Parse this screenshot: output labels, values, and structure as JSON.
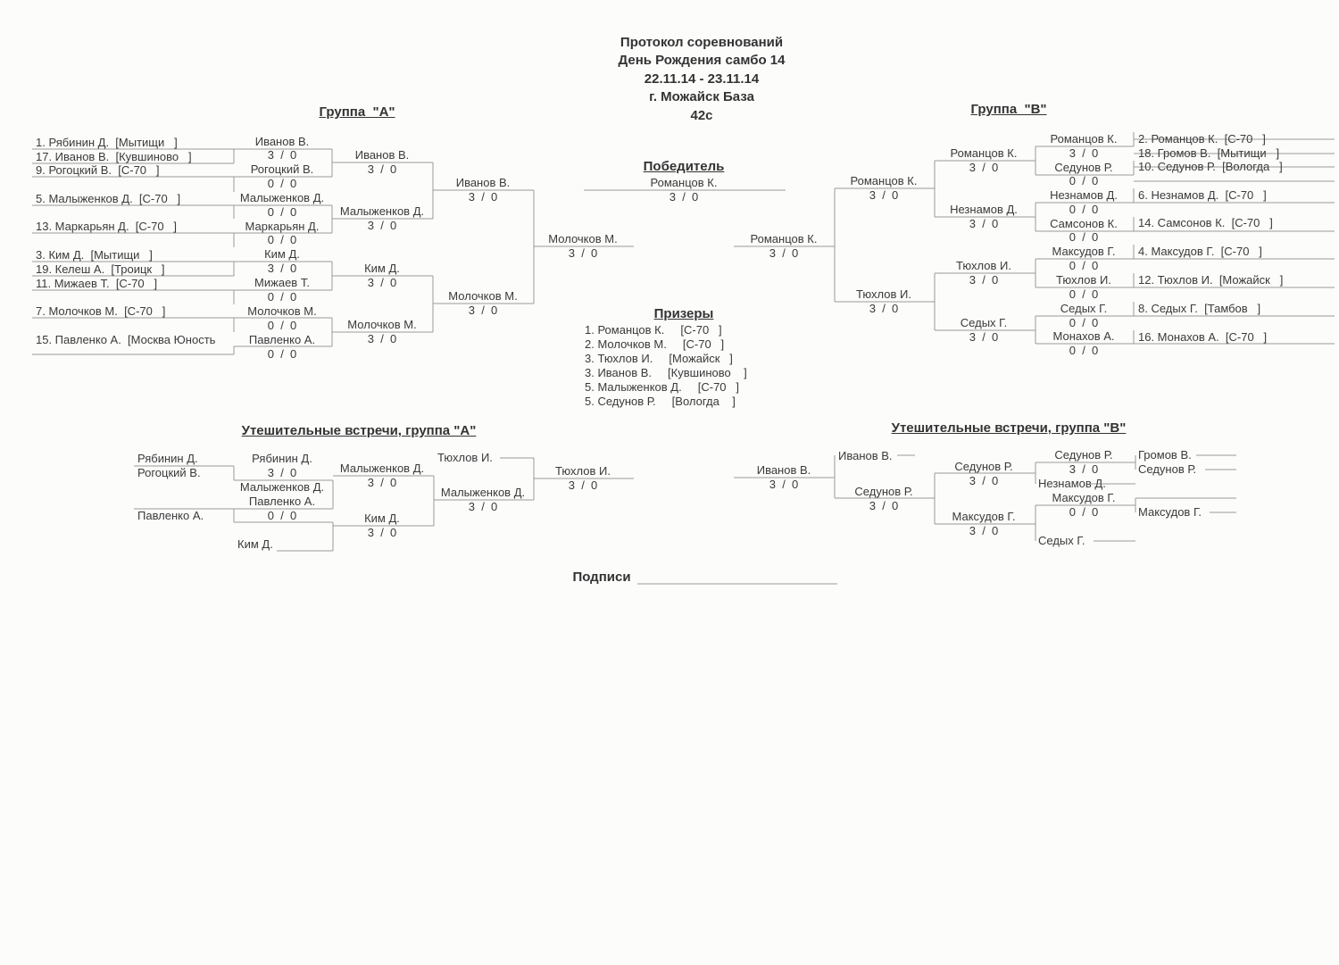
{
  "header": {
    "title": "Протокол соревнований",
    "event": "День Рождения самбо 14",
    "dates": "22.11.14 - 23.11.14",
    "place": "г. Можайск База",
    "weight": "42с"
  },
  "group_a": {
    "title": "Группа  \"А\"",
    "entrants": [
      "1. Рябинин Д.  [Мытищи   ]",
      "17. Иванов В.  [Кувшиново   ]",
      "9. Рогоцкий В.  [С-70   ]",
      "5. Малыженков Д.  [С-70   ]",
      "13. Маркарьян Д.  [С-70   ]",
      "3. Ким Д.  [Мытищи   ]",
      "19. Келеш А.  [Троицк   ]",
      "11. Мижаев Т.  [С-70   ]",
      "7. Молочков М.  [С-70   ]",
      "15. Павленко А.  [Москва Юность"
    ],
    "round1": [
      "Иванов В.",
      "3  /  0",
      "Рогоцкий В.",
      "0  /  0",
      "Малыженков Д.",
      "0  /  0",
      "Маркарьян Д.",
      "0  /  0",
      "Ким Д.",
      "3  /  0",
      "Мижаев Т.",
      "0  /  0",
      "Молочков М.",
      "0  /  0",
      "Павленко А.",
      "0  /  0"
    ],
    "round2": [
      "Иванов В.",
      "3  /  0",
      "Малыженков Д.",
      "3  /  0",
      "Ким Д.",
      "3  /  0",
      "Молочков М.",
      "3  /  0"
    ],
    "round3": [
      "Иванов В.",
      "3  /  0",
      "Молочков М.",
      "3  /  0"
    ],
    "final": [
      "Молочков М.",
      "3  /  0"
    ]
  },
  "group_b": {
    "title": "Группа  \"В\"",
    "entrants": [
      "2. Романцов К.  [С-70   ]",
      "18. Громов В.  [Мытищи   ]",
      "10. Седунов Р.  [Вологда   ]",
      "6. Незнамов Д.  [С-70   ]",
      "14. Самсонов К.  [С-70   ]",
      "4. Максудов Г.  [С-70   ]",
      "12. Тюхлов И.  [Можайск   ]",
      "8. Седых Г.  [Тамбов   ]",
      "16. Монахов А.  [С-70   ]"
    ],
    "round1": [
      "Романцов К.",
      "3  /  0",
      "Седунов Р.",
      "0  /  0",
      "Незнамов Д.",
      "0  /  0",
      "Самсонов К.",
      "0  /  0",
      "Максудов Г.",
      "0  /  0",
      "Тюхлов И.",
      "0  /  0",
      "Седых Г.",
      "0  /  0",
      "Монахов А.",
      "0  /  0"
    ],
    "round2": [
      "Романцов К.",
      "3  /  0",
      "Незнамов Д.",
      "3  /  0",
      "Тюхлов И.",
      "3  /  0",
      "Седых Г.",
      "3  /  0"
    ],
    "round3": [
      "Романцов К.",
      "3  /  0",
      "Тюхлов И.",
      "3  /  0"
    ],
    "final": [
      "Романцов К.",
      "3  /  0"
    ]
  },
  "winner": {
    "title": "Победитель",
    "name": "Романцов К.",
    "score": "3  /  0"
  },
  "prizers": {
    "title": "Призеры",
    "list": [
      "1. Романцов К.     [С-70   ]",
      "2. Молочков М.     [С-70   ]",
      "3. Тюхлов И.     [Можайск   ]",
      "3. Иванов В.     [Кувшиново    ]",
      "5. Малыженков Д.     [С-70   ]",
      "5. Седунов Р.     [Вологда    ]"
    ]
  },
  "cons_a": {
    "title": "Утешительные встречи, группа \"А\"",
    "items": [
      "Рябинин Д.",
      "Рогоцкий В.",
      "Рябинин Д.",
      "3  /  0",
      "Малыженков Д.",
      "Павленко А.",
      "0  /  0",
      "Павленко А.",
      "Ким Д.",
      "Малыженков Д.",
      "3  /  0",
      "Ким Д.",
      "3  /  0",
      "Тюхлов И.",
      "Малыженков Д.",
      "3  /  0",
      "Тюхлов И.",
      "3  /  0"
    ]
  },
  "cons_b": {
    "title": "Утешительные встречи, группа \"В\"",
    "items": [
      "Иванов В.",
      "3  /  0",
      "Иванов В.",
      "Седунов Р.",
      "3  /  0",
      "Седунов Р.",
      "3  /  0",
      "Максудов Г.",
      "3  /  0",
      "Седунов Р.",
      "3  /  0",
      "Незнамов Д.",
      "Максудов Г.",
      "0  /  0",
      "Седых Г.",
      "Громов В.",
      "Седунов Р.",
      "Максудов Г."
    ]
  },
  "signatures": {
    "label": "Подписи"
  }
}
